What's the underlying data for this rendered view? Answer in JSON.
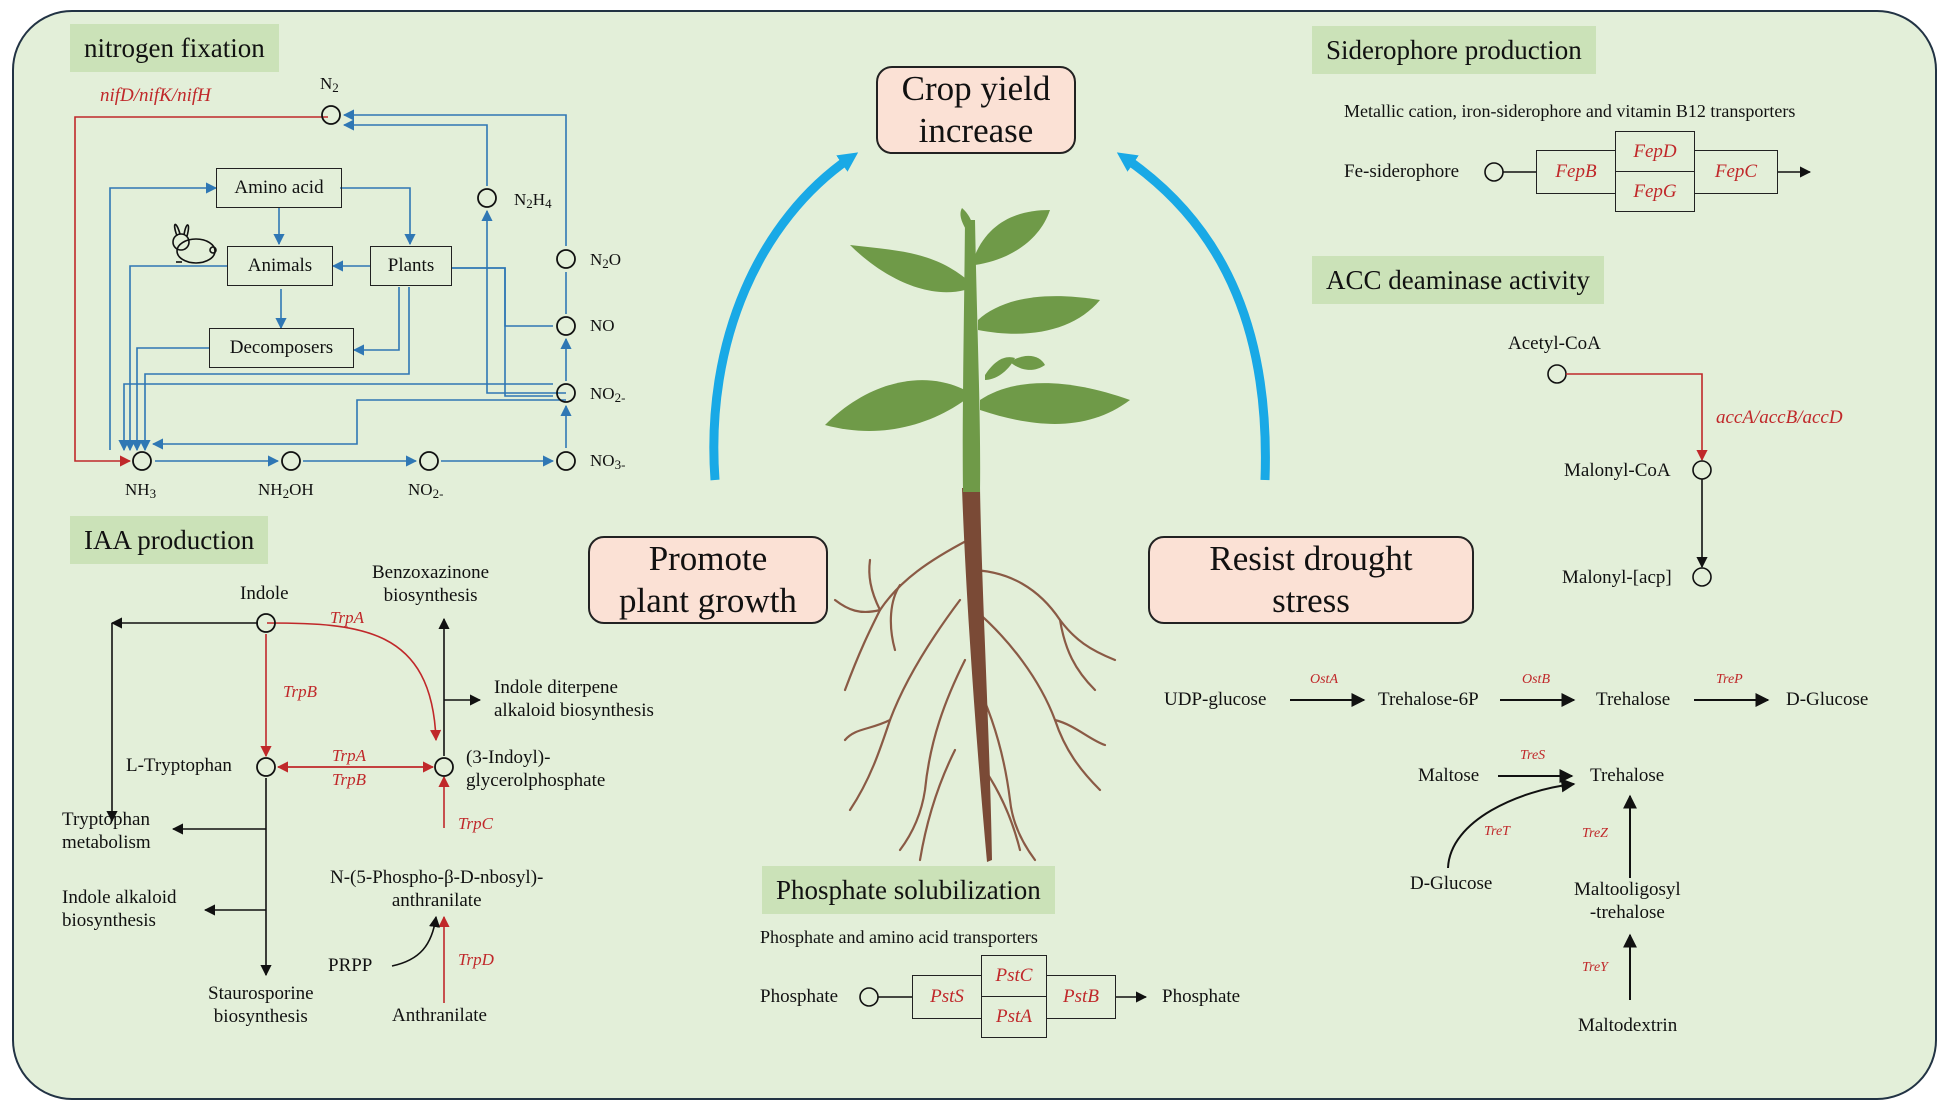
{
  "sections": {
    "nitrogen_fixation": "nitrogen fixation",
    "iaa_production": "IAA production",
    "siderophore_production": "Siderophore production",
    "acc_deaminase": "ACC deaminase activity",
    "phosphate_solubilization": "Phosphate solubilization"
  },
  "center": {
    "crop_yield": "Crop yield\nincrease",
    "promote_growth": "Promote\nplant growth",
    "resist_drought": "Resist drought\nstress"
  },
  "nitrogen": {
    "genes": "nifD/nifK/nifH",
    "n2": {
      "main": "N",
      "sub": "2"
    },
    "n2h4": {
      "main": "N",
      "sub1": "2",
      "mid": "H",
      "sub2": "4"
    },
    "n2o": {
      "main": "N",
      "sub": "2",
      "tail": "O"
    },
    "no": "NO",
    "no2_right": {
      "main": "NO",
      "sub": "2-"
    },
    "no3": {
      "main": "NO",
      "sub": "3-"
    },
    "nh3": {
      "main": "NH",
      "sub": "3"
    },
    "nh2oh": {
      "main": "NH",
      "sub": "2",
      "tail": "OH"
    },
    "no2_bottom": {
      "main": "NO",
      "sub": "2-"
    },
    "amino_acid": "Amino acid",
    "animals": "Animals",
    "plants": "Plants",
    "decomposers": "Decomposers"
  },
  "iaa": {
    "indole": "Indole",
    "trpA_1": "TrpA",
    "trpB_1": "TrpB",
    "benzoxazinone": "Benzoxazinone\nbiosynthesis",
    "indole_diterpene": "Indole diterpene\nalkaloid biosynthesis",
    "l_tryptophan": "L-Tryptophan",
    "trpA_2": "TrpA",
    "trpB_2": "TrpB",
    "indoyl_gp": "(3-Indoyl)-\nglycerolphosphate",
    "trp_metabolism": "Tryptophan\nmetabolism",
    "trpC": "TrpC",
    "nps_anthranilate": "N-(5-Phospho-β-D-nbosyl)-\nanthranilate",
    "indole_alkaloid": "Indole alkaloid\nbiosynthesis",
    "prpp": "PRPP",
    "trpD": "TrpD",
    "staurosporine": "Staurosporine\nbiosynthesis",
    "anthranilate": "Anthranilate"
  },
  "siderophore": {
    "transporters": "Metallic cation, iron-siderophore and vitamin B12 transporters",
    "fe_siderophore": "Fe-siderophore",
    "fepB": "FepB",
    "fepD": "FepD",
    "fepG": "FepG",
    "fepC": "FepC"
  },
  "acc": {
    "acetyl_coa": "Acetyl-CoA",
    "genes": "accA/accB/accD",
    "malonyl_coa": "Malonyl-CoA",
    "malonyl_acp": "Malonyl-[acp]"
  },
  "drought": {
    "udp_glucose": "UDP-glucose",
    "ostA": "OstA",
    "trehalose_6p": "Trehalose-6P",
    "ostB": "OstB",
    "trehalose_1": "Trehalose",
    "treP": "TreP",
    "d_glucose_1": "D-Glucose",
    "maltose": "Maltose",
    "treS": "TreS",
    "trehalose_2": "Trehalose",
    "treT": "TreT",
    "treZ": "TreZ",
    "d_glucose_2": "D-Glucose",
    "maltooligosyl": "Maltooligosyl\n-trehalose",
    "treY": "TreY",
    "maltodextrin": "Maltodextrin"
  },
  "phosphate": {
    "transporters": "Phosphate and amino acid transporters",
    "phosphate_in": "Phosphate",
    "pstS": "PstS",
    "pstC": "PstC",
    "pstA": "PstA",
    "pstB": "PstB",
    "phosphate_out": "Phosphate"
  },
  "colors": {
    "panel_bg": "#e3efd9",
    "header_bg": "#cbe2b8",
    "box_bg": "#fbe1d5",
    "blue_line": "#2f77b4",
    "red": "#c0282a",
    "cyan_arrow": "#19a9e6",
    "leaf": "#6f9a48",
    "stem": "#7a4a36",
    "root": "#8a5a45"
  },
  "icons": [
    "rabbit-icon",
    "plant-icon"
  ]
}
